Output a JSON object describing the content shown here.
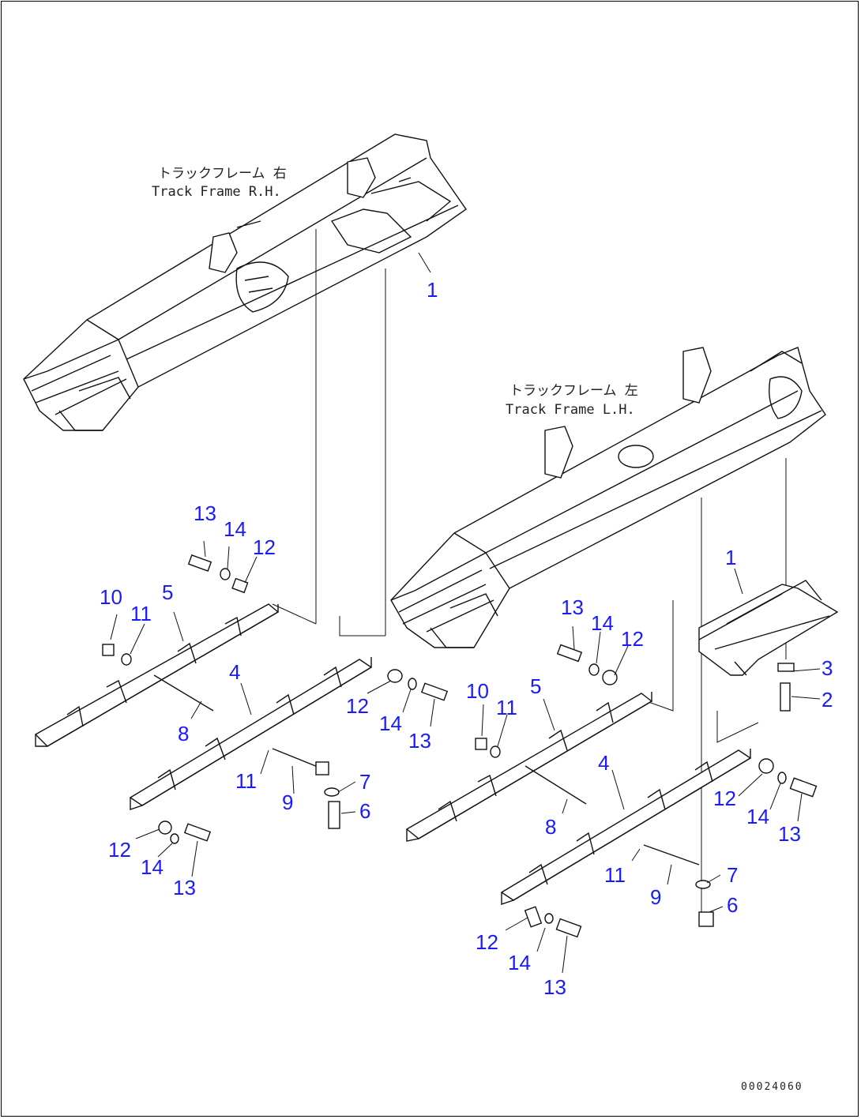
{
  "diagram": {
    "labels": {
      "rh_jp": "トラックフレーム 右",
      "rh_en": "Track Frame R.H.",
      "lh_jp": "トラックフレーム 左",
      "lh_en": "Track Frame L.H.",
      "code": "00024060"
    },
    "callouts": {
      "c_1a": "1",
      "c_1b": "1",
      "c_2": "2",
      "c_3": "3",
      "c_4a": "4",
      "c_4b": "4",
      "c_5a": "5",
      "c_5b": "5",
      "c_6a": "6",
      "c_6b": "6",
      "c_7a": "7",
      "c_7b": "7",
      "c_8a": "8",
      "c_8b": "8",
      "c_9a": "9",
      "c_9b": "9",
      "c_10a": "10",
      "c_10b": "10",
      "c_11a": "11",
      "c_11b": "11",
      "c_11c": "11",
      "c_11d": "11",
      "c_12a": "12",
      "c_12b": "12",
      "c_12c": "12",
      "c_12d": "12",
      "c_12e": "12",
      "c_12f": "12",
      "c_13a": "13",
      "c_13b": "13",
      "c_13c": "13",
      "c_13d": "13",
      "c_13e": "13",
      "c_13f": "13",
      "c_14a": "14",
      "c_14b": "14",
      "c_14c": "14",
      "c_14d": "14",
      "c_14e": "14",
      "c_14f": "14"
    }
  }
}
